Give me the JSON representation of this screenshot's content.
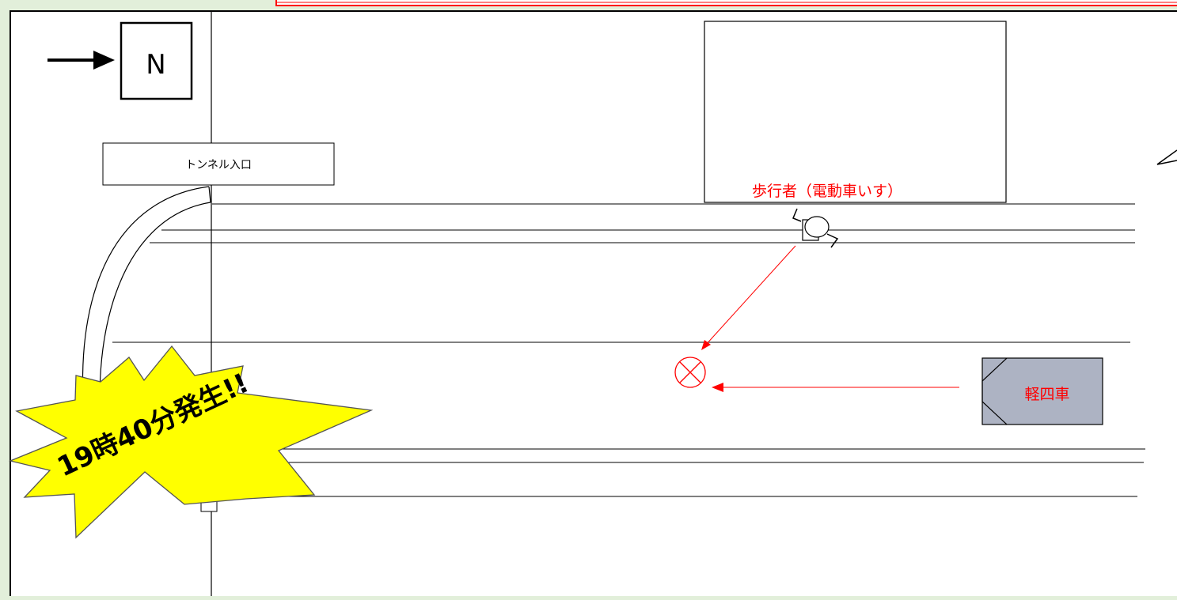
{
  "compass": {
    "label": "N"
  },
  "tunnel": {
    "label": "トンネル入口"
  },
  "pedestrian": {
    "label": "歩行者（電動車いす）"
  },
  "vehicle": {
    "label": "軽四車"
  },
  "burst": {
    "label": "19時40分発生!!"
  },
  "colors": {
    "background": "#e2efda",
    "paper": "#ffffff",
    "line": "#000000",
    "alert_red": "#ff0000",
    "vehicle_fill": "#adb3c3",
    "burst_fill": "#ffff00"
  }
}
